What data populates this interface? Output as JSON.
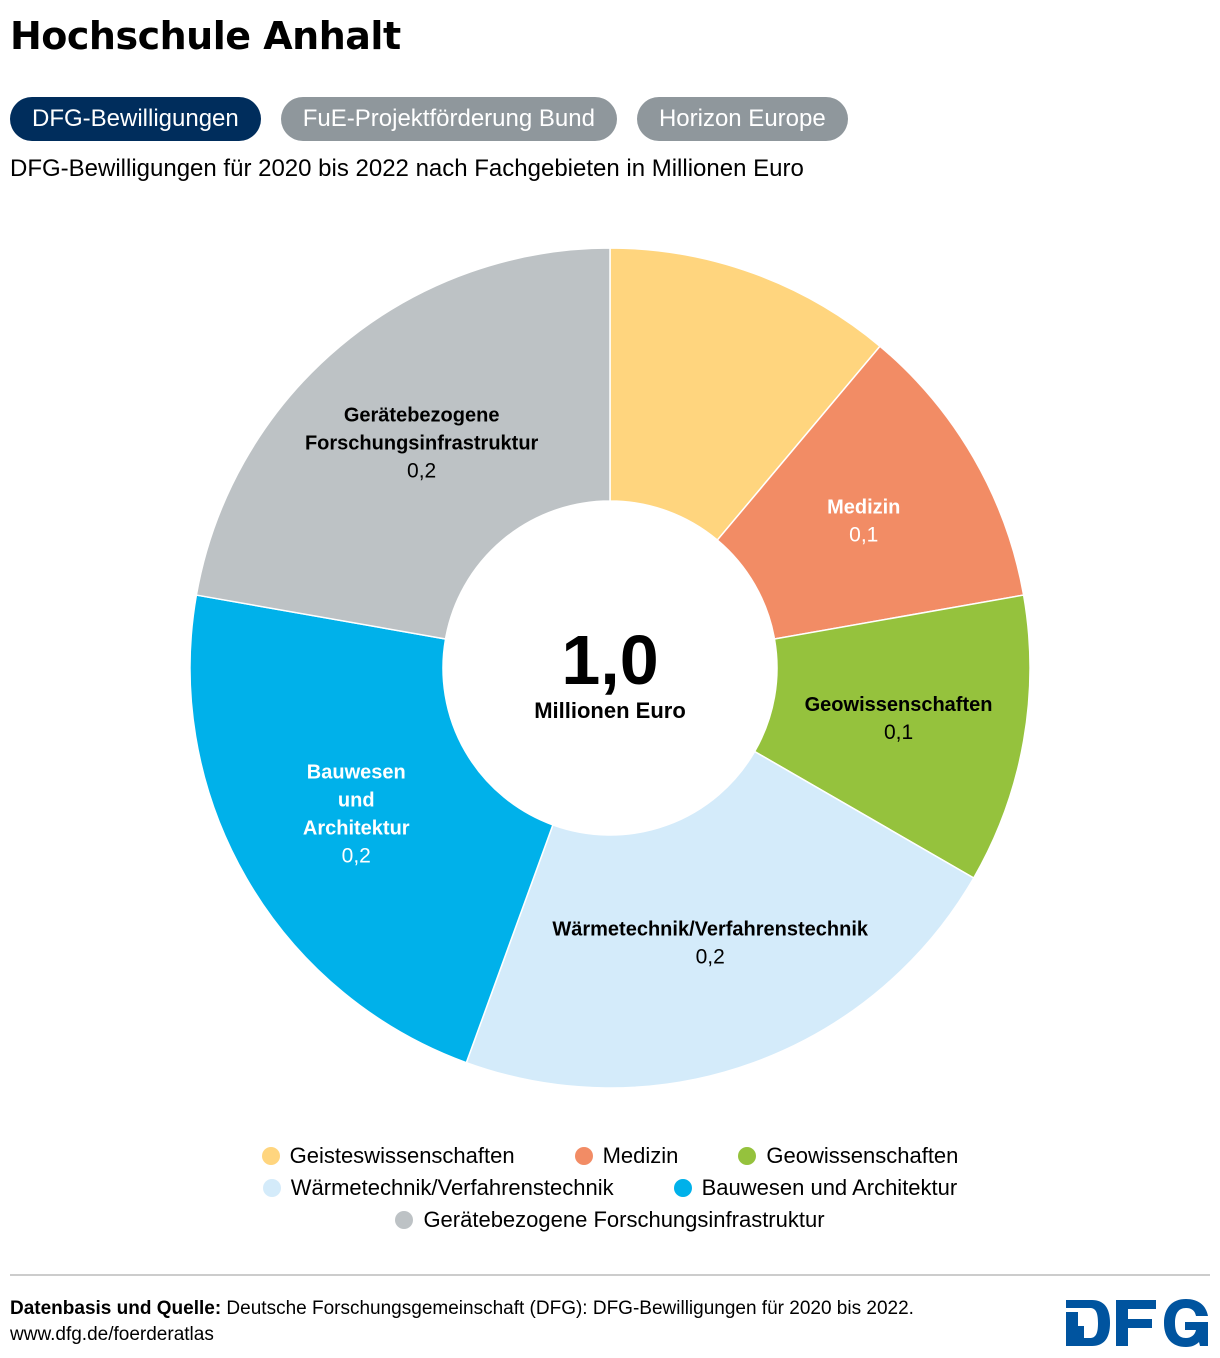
{
  "title": "Hochschule Anhalt",
  "tabs": [
    {
      "label": "DFG-Bewilligungen",
      "active": true
    },
    {
      "label": "FuE-Projektförderung Bund",
      "active": false
    },
    {
      "label": "Horizon Europe",
      "active": false
    }
  ],
  "subtitle": "DFG-Bewilligungen für 2020 bis 2022 nach Fachgebieten in Millionen Euro",
  "chart_data": {
    "type": "pie",
    "variant": "donut",
    "title": "DFG-Bewilligungen für 2020 bis 2022 nach Fachgebieten in Millionen Euro",
    "center_value": "1,0",
    "center_label": "Millionen Euro",
    "slices": [
      {
        "name": "Geisteswissenschaften",
        "value": 0.11,
        "color": "#ffd57e",
        "label_lines": [],
        "value_label": "",
        "text_color": "#000"
      },
      {
        "name": "Medizin",
        "value": 0.11,
        "color": "#f28c65",
        "label_lines": [
          "Medizin"
        ],
        "value_label": "0,1",
        "text_color": "#fff"
      },
      {
        "name": "Geowissenschaften",
        "value": 0.11,
        "color": "#95c23d",
        "label_lines": [
          "Geowissenschaften"
        ],
        "value_label": "0,1",
        "text_color": "#000"
      },
      {
        "name": "Wärmetechnik/Verfahrenstechnik",
        "value": 0.22,
        "color": "#d4ebfa",
        "label_lines": [
          "Wärmetechnik/Verfahrenstechnik"
        ],
        "value_label": "0,2",
        "text_color": "#000"
      },
      {
        "name": "Bauwesen und Architektur",
        "value": 0.22,
        "color": "#00b1ea",
        "label_lines": [
          "Bauwesen",
          "und",
          "Architektur"
        ],
        "value_label": "0,2",
        "text_color": "#fff"
      },
      {
        "name": "Gerätebezogene Forschungsinfrastruktur",
        "value": 0.22,
        "color": "#bdc2c5",
        "label_lines": [
          "Gerätebezogene",
          "Forschungsinfrastruktur"
        ],
        "value_label": "0,2",
        "text_color": "#000"
      }
    ],
    "legend_placement": "bottom"
  },
  "source": {
    "label": "Datenbasis und Quelle:",
    "text": " Deutsche Forschungsgemeinschaft (DFG): DFG-Bewilligungen für 2020 bis 2022.",
    "url": "www.dfg.de/foerderatlas"
  },
  "logo": "DFG",
  "colors": {
    "logo": "#00549f",
    "active_tab": "#002d5c",
    "inactive_tab": "#8f979c"
  }
}
